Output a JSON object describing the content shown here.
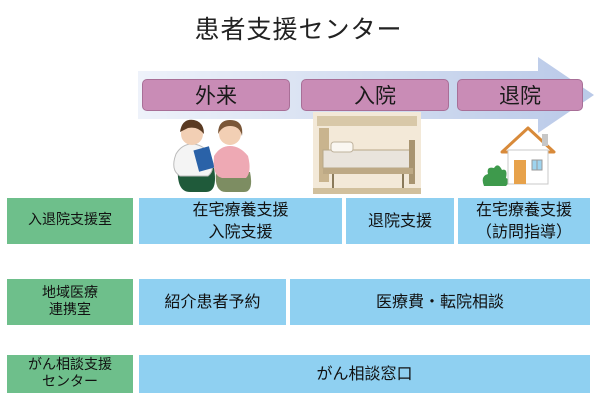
{
  "title": "患者支援センター",
  "colors": {
    "stage_fill": "#c98cb6",
    "arrow_fill": "#c9d5ec",
    "label_fill": "#6ebf8b",
    "cell_fill": "#8fd0f1"
  },
  "stages": [
    "外来",
    "入院",
    "退院"
  ],
  "illustrations": [
    "consultation-illustration",
    "hospital-bed-illustration",
    "house-icon"
  ],
  "rows": [
    {
      "label": [
        "入退院支援室"
      ],
      "cells": [
        {
          "lines": [
            "在宅療養支援",
            "入院支援"
          ]
        },
        {
          "lines": [
            "退院支援"
          ]
        },
        {
          "lines": [
            "在宅療養支援",
            "（訪問指導）"
          ]
        }
      ]
    },
    {
      "label": [
        "地域医療",
        "連携室"
      ],
      "cells": [
        {
          "lines": [
            "紹介患者予約"
          ]
        },
        {
          "lines": [
            "医療費・転院相談"
          ]
        }
      ]
    },
    {
      "label": [
        "がん相談支援",
        "センター"
      ],
      "cells": [
        {
          "lines": [
            "がん相談窓口"
          ]
        }
      ]
    }
  ]
}
